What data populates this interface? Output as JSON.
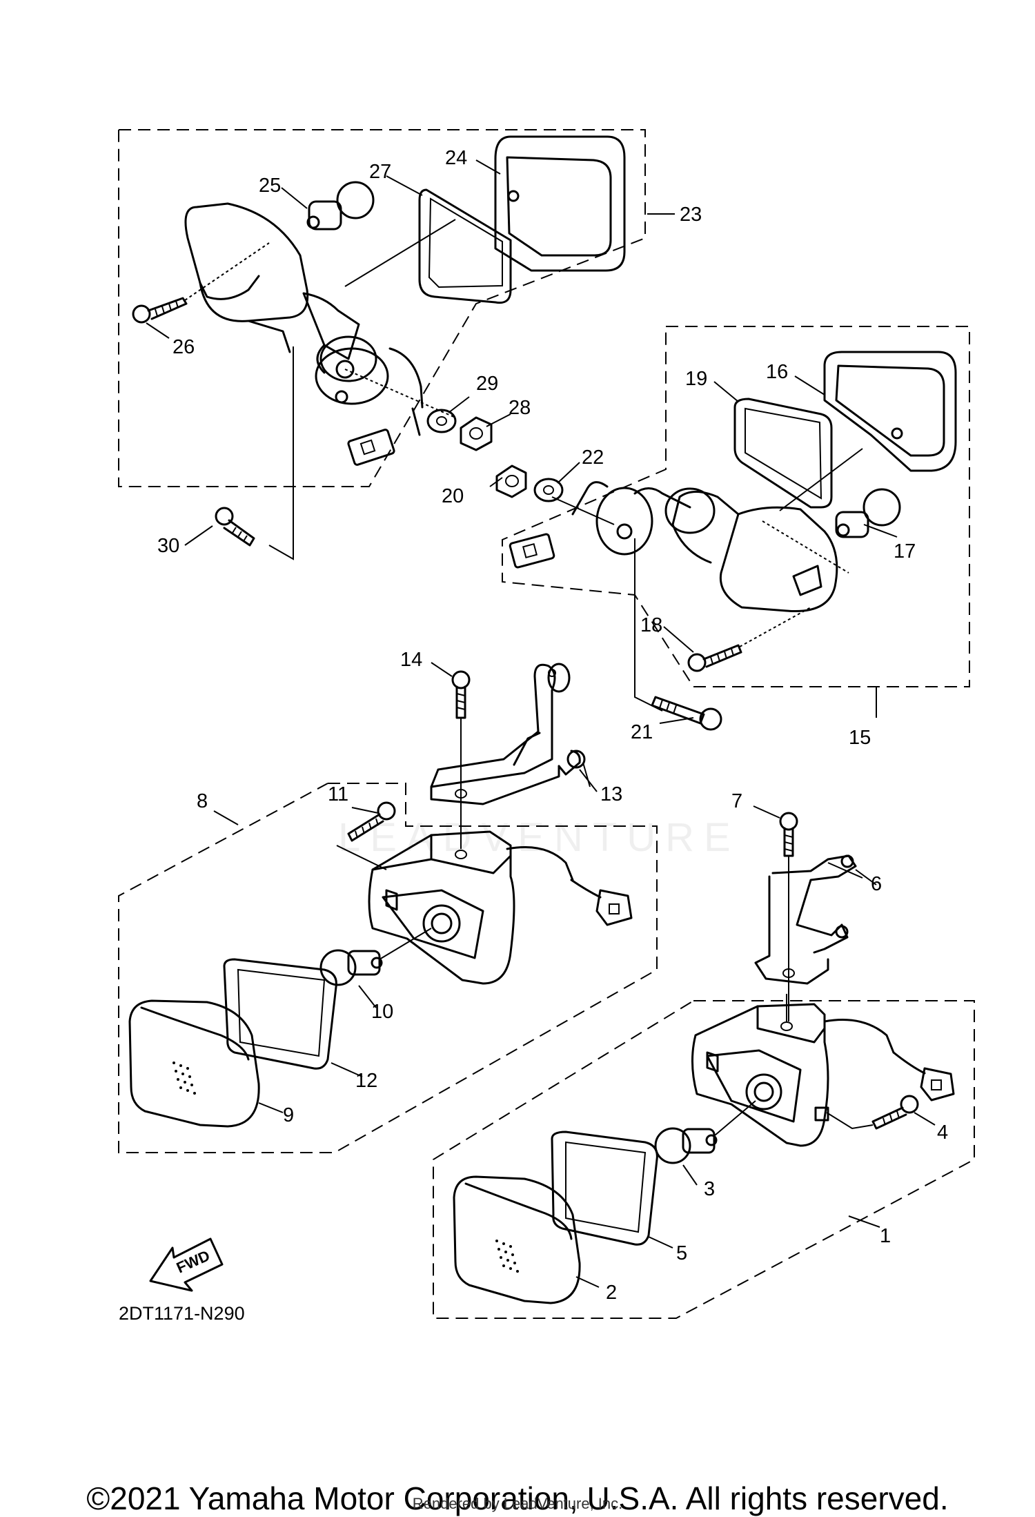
{
  "drawing_code": "2DT1171-N290",
  "copyright": "©2021 Yamaha Motor Corporation, U.S.A. All rights reserved.",
  "render_credit": "Rendered by LeadVenture, Inc.",
  "watermark": "LEADVENTURE",
  "fwd_label": "FWD",
  "callouts": {
    "c1": "1",
    "c2": "2",
    "c3": "3",
    "c4": "4",
    "c5": "5",
    "c6": "6",
    "c7": "7",
    "c8": "8",
    "c9": "9",
    "c10": "10",
    "c11": "11",
    "c12": "12",
    "c13": "13",
    "c14": "14",
    "c15": "15",
    "c16": "16",
    "c17": "17",
    "c18": "18",
    "c19": "19",
    "c20": "20",
    "c21": "21",
    "c22": "22",
    "c23": "23",
    "c24": "24",
    "c25": "25",
    "c26": "26",
    "c27": "27",
    "c28": "28",
    "c29": "29",
    "c30": "30"
  }
}
